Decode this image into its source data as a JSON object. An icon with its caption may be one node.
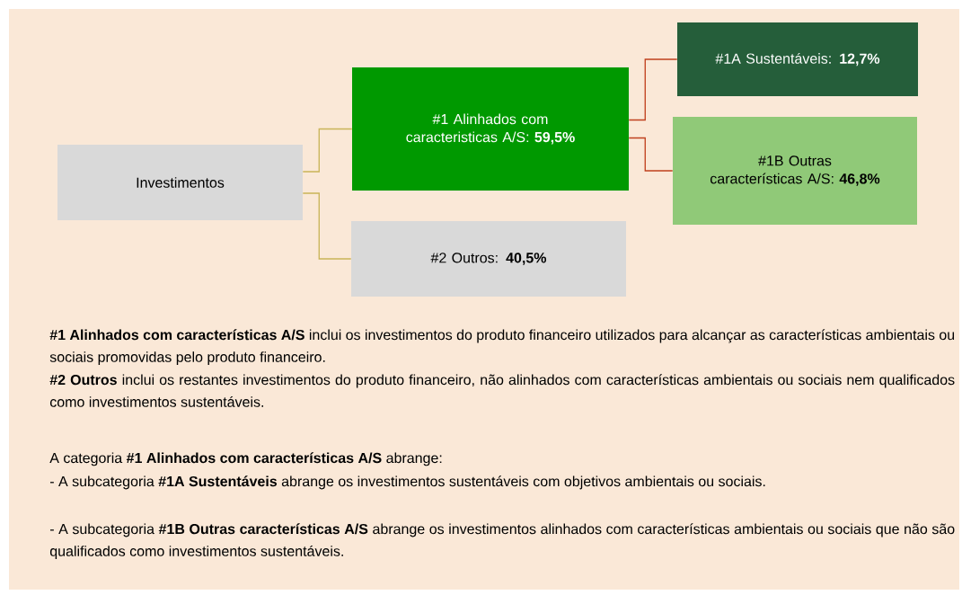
{
  "diagram": {
    "nodes": [
      {
        "text": [
          "Investimentos"
        ]
      },
      {
        "text": [
          "#1 Alinhados com caracteristicas A/S: **59,5%**"
        ]
      },
      {
        "text": [
          "#2 Outros: **40,5%**"
        ]
      },
      {
        "text": [
          "#1A Sustentáveis: **12,7%**"
        ]
      },
      {
        "text": [
          "#1B Outras características A/S: **46,8%**"
        ]
      }
    ],
    "edges": [
      {
        "from": 0,
        "to": 1,
        "arrow": "none",
        "color": "#c9b458"
      },
      {
        "from": 0,
        "to": 2,
        "arrow": "none",
        "color": "#c9b458"
      },
      {
        "from": 1,
        "to": 3,
        "arrow": "none",
        "color": "#c0401e"
      },
      {
        "from": 1,
        "to": 4,
        "arrow": "none",
        "color": "#c0401e"
      }
    ],
    "labels": [
      "**#1 Alinhados com características A/S** inclui os investimentos do produto financeiro utilizados para alcançar as características ambientais ou sociais promovidas pelo produto financeiro.",
      "**#2 Outros** inclui os restantes investimentos do produto financeiro, não alinhados com características ambientais ou sociais nem qualificados como investimentos sustentáveis.",
      "A categoria **#1 Alinhados com características A/S** abrange:",
      "- A subcategoria **#1A Sustentáveis** abrange os investimentos sustentáveis com objetivos ambientais ou sociais.",
      "- A subcategoria **#1B Outras características A/S** abrange os investimentos alinhados com características ambientais ou sociais que não são qualificados como investimentos sustentáveis."
    ]
  }
}
